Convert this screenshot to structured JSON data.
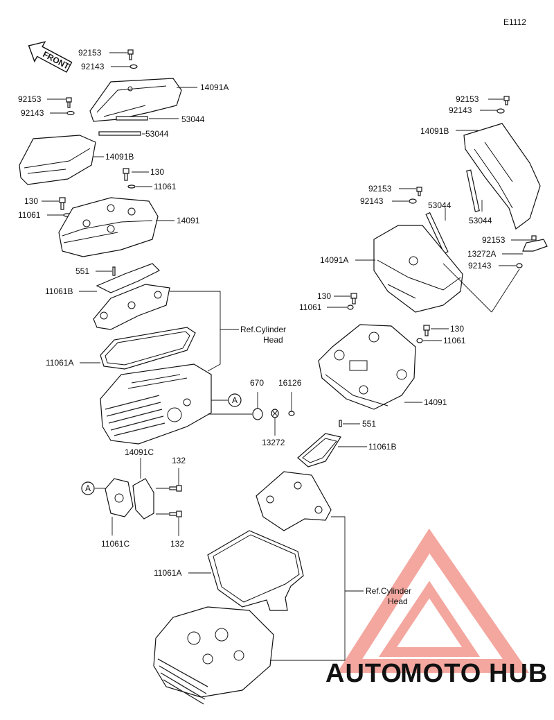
{
  "diagram": {
    "code": "E1112",
    "front_label": "FRONT",
    "ref_label": [
      "Ref.Cylinder",
      "Head"
    ],
    "callout_a": "A"
  },
  "labels": {
    "l_92153_a": "92153",
    "l_92143_a": "92143",
    "l_14091A_a": "14091A",
    "l_92153_b": "92153",
    "l_92143_b": "92143",
    "l_53044_a": "53044",
    "l_53044_b": "53044",
    "l_14091B_a": "14091B",
    "l_130_a": "130",
    "l_11061_a": "11061",
    "l_130_b": "130",
    "l_11061_b": "11061",
    "l_14091_a": "14091",
    "l_551_a": "551",
    "l_11061B_a": "11061B",
    "l_11061A_a": "11061A",
    "l_670": "670",
    "l_16126": "16126",
    "l_13272": "13272",
    "l_14091C": "14091C",
    "l_132_a": "132",
    "l_132_b": "132",
    "l_11061C": "11061C",
    "l_92153_c": "92153",
    "l_92143_c": "92143",
    "l_14091B_b": "14091B",
    "l_92153_d": "92153",
    "l_92143_d": "92143",
    "l_53044_c": "53044",
    "l_53044_d": "53044",
    "l_14091A_b": "14091A",
    "l_92153_e": "92153",
    "l_13272A": "13272A",
    "l_92143_e": "92143",
    "l_130_c": "130",
    "l_11061_c": "11061",
    "l_130_d": "130",
    "l_11061_d": "11061",
    "l_14091_b": "14091",
    "l_551_b": "551",
    "l_11061B_b": "11061B",
    "l_11061A_b": "11061A"
  },
  "watermark": {
    "part1": "AUTO",
    "part2": "MOTO",
    "part3": "HUB",
    "color1": "#f5b041",
    "color2": "#e74c3c",
    "color3": "#555555",
    "logo_color": "#f08a80"
  }
}
